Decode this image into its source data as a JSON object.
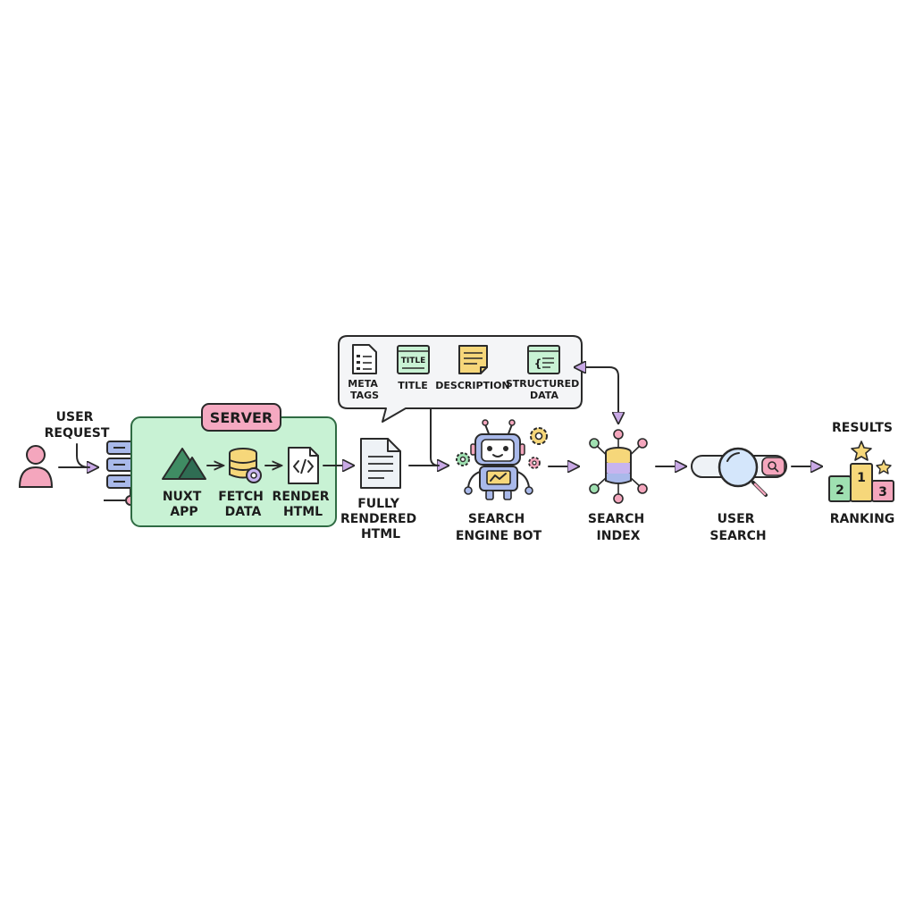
{
  "labels": {
    "user_request": [
      "USER",
      "REQUEST"
    ],
    "server": "SERVER",
    "nuxt_app": [
      "NUXT",
      "APP"
    ],
    "fetch_data": [
      "FETCH",
      "DATA"
    ],
    "render_html": [
      "RENDER",
      "HTML"
    ],
    "fully_rendered_html": [
      "FULLY",
      "RENDERED",
      "HTML"
    ],
    "search_engine_bot": [
      "SEARCH",
      "ENGINE BOT"
    ],
    "search_index": [
      "SEARCH",
      "INDEX"
    ],
    "user_search": [
      "USER",
      "SEARCH"
    ],
    "results": "RESULTS",
    "ranking": "RANKING"
  },
  "callout": {
    "meta_tags": [
      "META",
      "TAGS"
    ],
    "title": "TITLE",
    "title_icon_text": "TITLE",
    "description": "DESCRIPTION",
    "structured_data": [
      "STRUCTURED",
      "DATA"
    ]
  },
  "podium": {
    "first": "1",
    "second": "2",
    "third": "3"
  },
  "colors": {
    "server_fill": "#c8f2d4",
    "server_stroke": "#2f6b43",
    "badge_pink": "#f5a9c1",
    "user_pink": "#f4a6bd",
    "db_blue": "#a9b9ea",
    "yellow": "#f6d77a",
    "purple": "#c7b4ef",
    "green": "#9fe0b1",
    "nuxt_dark": "#2f6d53",
    "nuxt_mid": "#3f8c63",
    "arrow_head": "#c9a9e6"
  }
}
